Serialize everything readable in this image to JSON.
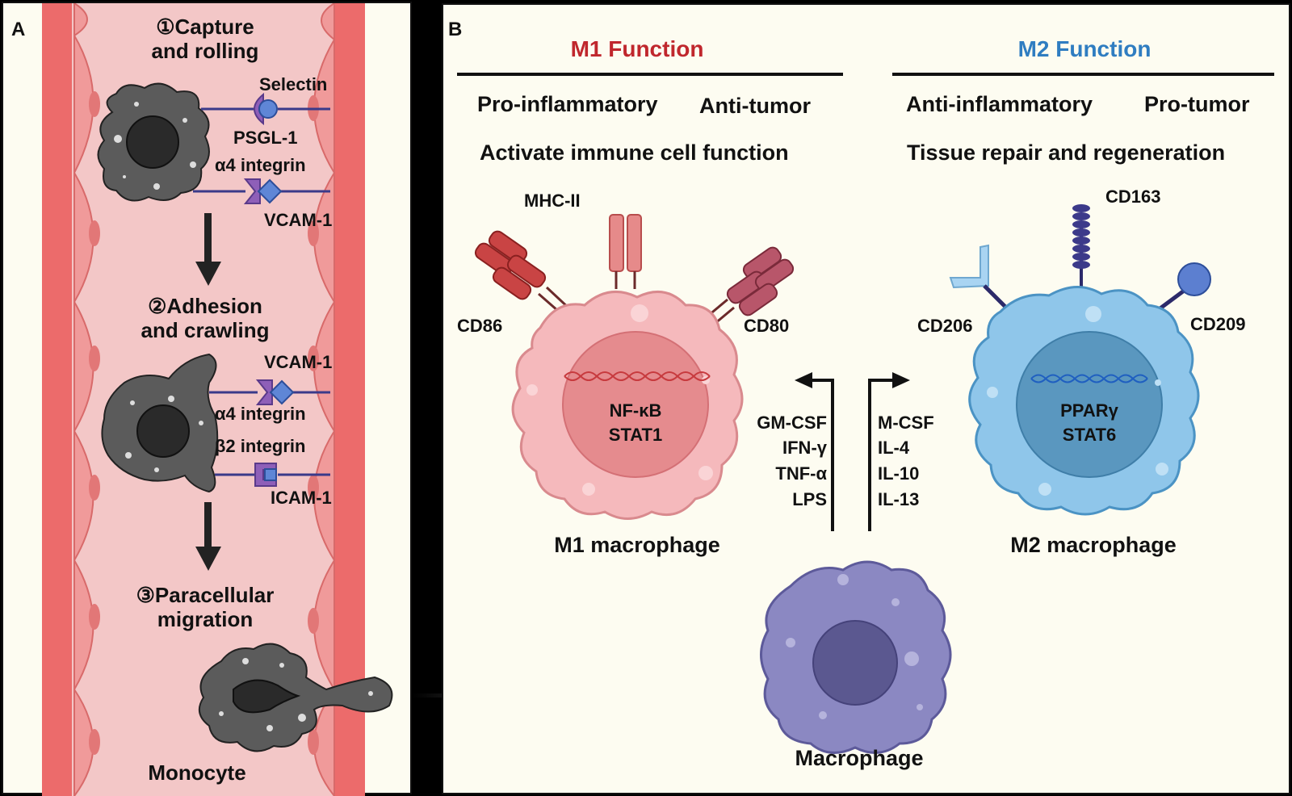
{
  "panel_a": {
    "label": "A",
    "step1": [
      "①Capture",
      "and rolling"
    ],
    "step2": [
      "②Adhesion",
      "and crawling"
    ],
    "step3": [
      "③Paracellular",
      "migration"
    ],
    "selectin": "Selectin",
    "psgl1": "PSGL-1",
    "a4_integrin_1": "α4 integrin",
    "vcam1_1": "VCAM-1",
    "vcam1_2": "VCAM-1",
    "a4_integrin_2": "α4 integrin",
    "b2_integrin": "β2 integrin",
    "icam1": "ICAM-1",
    "monocyte": "Monocyte"
  },
  "panel_b": {
    "label": "B",
    "m1_title": "M1 Function",
    "m2_title": "M2 Function",
    "m1_func_1": "Pro-inflammatory",
    "m1_func_2": "Anti-tumor",
    "m1_func_3": "Activate immune cell function",
    "m2_func_1": "Anti-inflammatory",
    "m2_func_2": "Pro-tumor",
    "m2_func_3": "Tissue repair and regeneration",
    "mhc2": "MHC-II",
    "cd86": "CD86",
    "cd80": "CD80",
    "cd163": "CD163",
    "cd206": "CD206",
    "cd209": "CD209",
    "m1_nucleus": [
      "NF-κB",
      "STAT1"
    ],
    "m2_nucleus": [
      "PPARγ",
      "STAT6"
    ],
    "m1_stimuli": [
      "GM-CSF",
      "IFN-γ",
      "TNF-α",
      "LPS"
    ],
    "m2_stimuli": [
      "M-CSF",
      "IL-4",
      "IL-10",
      "IL-13"
    ],
    "m1_label": "M1 macrophage",
    "m2_label": "M2 macrophage",
    "macrophage_label": "Macrophage"
  },
  "colors": {
    "m1_title": "#c0272d",
    "m2_title": "#2f7dc1",
    "vessel_wall": "#ec6b6b",
    "vessel_lumen": "#f1c4c4",
    "monocyte": "#5a5a5a",
    "m1_cell": "#f3b8bb",
    "m2_cell": "#8ec7ea",
    "macrophage": "#8a87c0"
  }
}
